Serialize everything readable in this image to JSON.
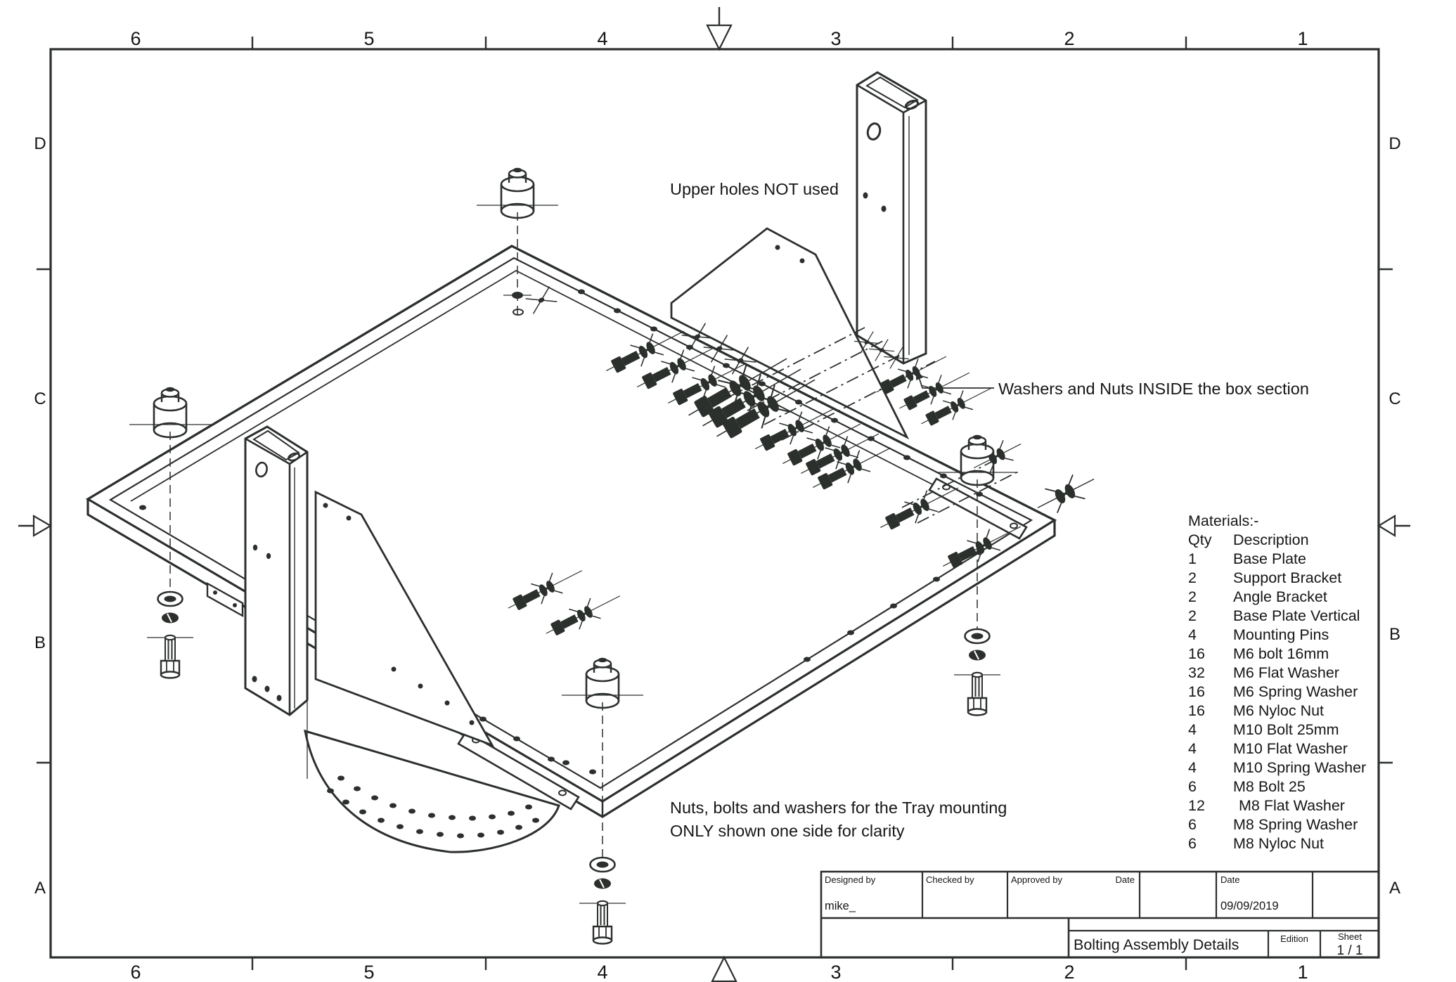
{
  "sheet": {
    "top_ruler": [
      "6",
      "5",
      "4",
      "3",
      "2",
      "1"
    ],
    "bottom_ruler": [
      "6",
      "5",
      "4",
      "3",
      "2",
      "1"
    ],
    "left_ruler": [
      "D",
      "C",
      "B",
      "A"
    ],
    "right_ruler": [
      "D",
      "C",
      "B",
      "A"
    ]
  },
  "ann": {
    "upper_holes": "Upper holes NOT used",
    "washers_nuts": "Washers and Nuts INSIDE the box section",
    "tray_line1": "Nuts, bolts and washers for the Tray mounting",
    "tray_line2": "ONLY shown one side for clarity"
  },
  "mat": {
    "title": "Materials:-",
    "qty_header": "Qty",
    "desc_header": "Description",
    "rows": [
      {
        "qty": "1",
        "desc": "Base Plate"
      },
      {
        "qty": "2",
        "desc": "Support Bracket"
      },
      {
        "qty": "2",
        "desc": "Angle Bracket"
      },
      {
        "qty": "2",
        "desc": "Base Plate Vertical"
      },
      {
        "qty": "4",
        "desc": "Mounting Pins"
      },
      {
        "qty": "16",
        "desc": "M6 bolt 16mm"
      },
      {
        "qty": "32",
        "desc": "M6 Flat Washer"
      },
      {
        "qty": "16",
        "desc": "M6 Spring Washer"
      },
      {
        "qty": "16",
        "desc": "M6 Nyloc Nut"
      },
      {
        "qty": "4",
        "desc": "M10 Bolt 25mm"
      },
      {
        "qty": "4",
        "desc": "M10 Flat Washer"
      },
      {
        "qty": "4",
        "desc": "M10 Spring Washer"
      },
      {
        "qty": "6",
        "desc": "M8 Bolt 25"
      },
      {
        "qty": "12",
        "desc": "M8 Flat Washer"
      },
      {
        "qty": "6",
        "desc": "M8 Spring Washer"
      },
      {
        "qty": "6",
        "desc": "M8 Nyloc Nut"
      }
    ]
  },
  "tb": {
    "designed_label": "Designed by",
    "designed_value": "mike_",
    "checked_label": "Checked by",
    "approved_label": "Approved by",
    "date_label_a": "Date",
    "date_label_b": "Date",
    "date_value": "09/09/2019",
    "title": "Bolting Assembly Details",
    "edition_label": "Edition",
    "sheet_label": "Sheet",
    "sheet_value": "1 / 1"
  },
  "colors": {
    "line": "#2c302d",
    "text": "#161616",
    "background": "#ffffff"
  }
}
